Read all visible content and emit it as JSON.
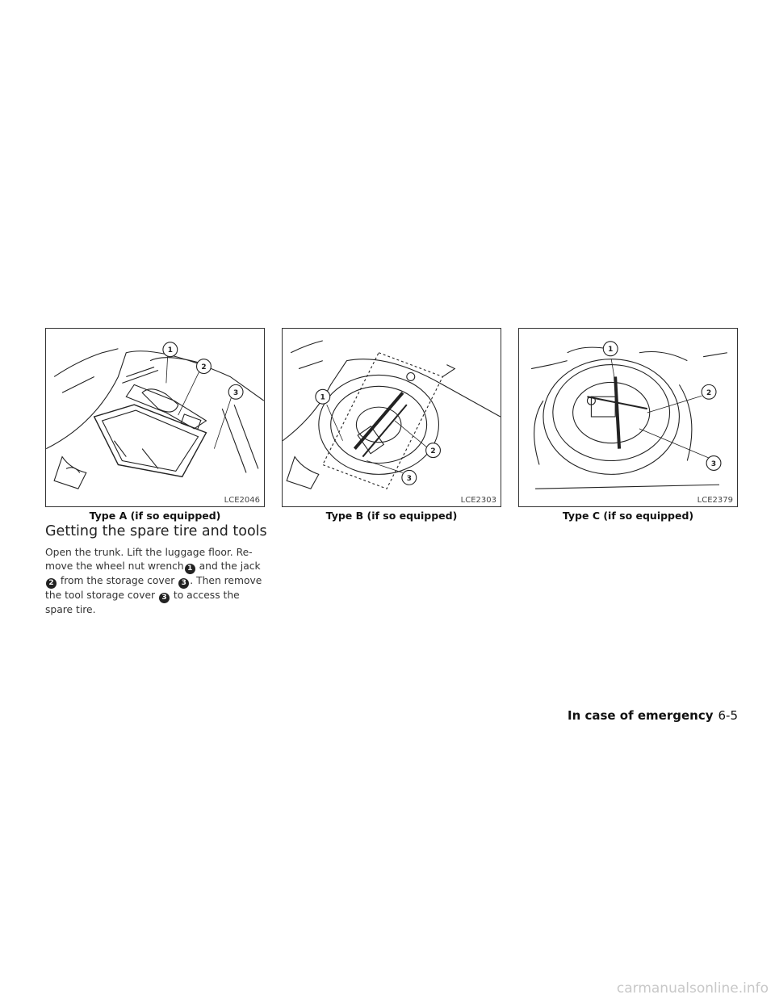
{
  "figures": [
    {
      "code": "LCE2046",
      "caption": "Type A (if so equipped)",
      "callouts": [
        "1",
        "2",
        "3"
      ]
    },
    {
      "code": "LCE2303",
      "caption": "Type B (if so equipped)",
      "callouts": [
        "1",
        "2",
        "3"
      ]
    },
    {
      "code": "LCE2379",
      "caption": "Type C (if so equipped)",
      "callouts": [
        "1",
        "2",
        "3"
      ]
    }
  ],
  "section": {
    "heading": "Getting the spare tire and tools",
    "body": {
      "t1": "Open the trunk. Lift the luggage floor. Re-move the wheel nut wrench",
      "n1": "1",
      "t2": " and the jack ",
      "n2": "2",
      "t3": " from the storage cover ",
      "n3": "3",
      "t4": ". Then remove the tool storage cover ",
      "n4": "3",
      "t5": " to access the spare tire."
    }
  },
  "footer": {
    "section_title": "In case of emergency",
    "page": "6-5"
  },
  "watermark": "carmanualsonline.info"
}
